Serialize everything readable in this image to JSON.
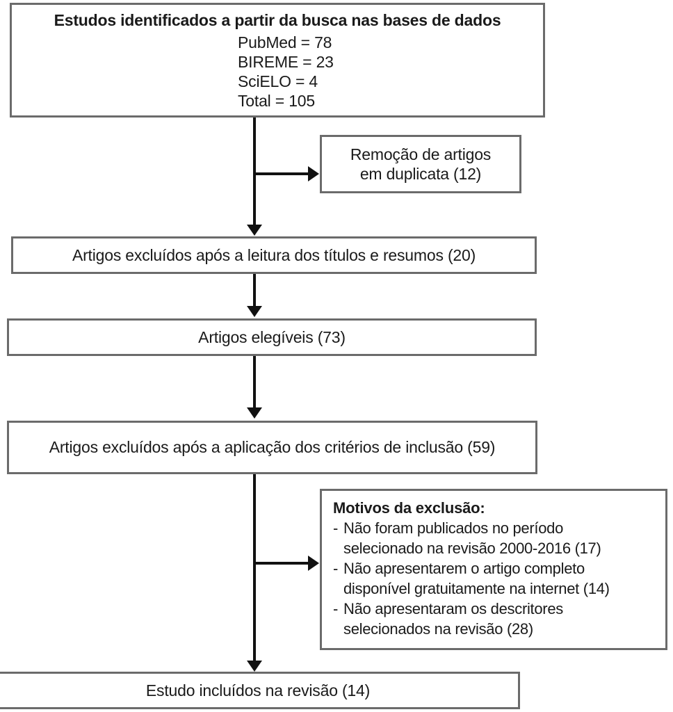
{
  "diagram": {
    "type": "prisma-flowchart",
    "language": "pt-BR",
    "colors": {
      "box_border": "#6b6b6b",
      "connector": "#111111",
      "background": "#ffffff",
      "text": "#1a1a1a"
    },
    "identification_box": {
      "title": "Estudos identificados a partir da busca nas bases de dados",
      "databases": [
        "PubMed = 78",
        "BIREME = 23",
        "SciELO = 4",
        "Total = 105"
      ]
    },
    "duplicates_box": {
      "line1": "Remoção de artigos",
      "line2": "em duplicata (12)"
    },
    "excluded_titles_box": {
      "text": "Artigos excluídos após a leitura dos títulos e resumos (20)"
    },
    "eligible_box": {
      "text": "Artigos elegíveis (73)"
    },
    "excluded_criteria_box": {
      "text": "Artigos excluídos após a aplicação dos critérios de inclusão (59)"
    },
    "reasons_box": {
      "heading": "Motivos da exclusão:",
      "dash": "-",
      "items": [
        {
          "line1": "Não foram publicados no período",
          "line2": "selecionado na revisão 2000-2016 (17)"
        },
        {
          "line1": "Não apresentarem o artigo completo",
          "line2": "disponível gratuitamente na internet (14)"
        },
        {
          "line1": "Não apresentaram os descritores",
          "line2": "selecionados na revisão (28)"
        }
      ]
    },
    "included_box": {
      "text": "Estudo incluídos na revisão (14)"
    }
  }
}
